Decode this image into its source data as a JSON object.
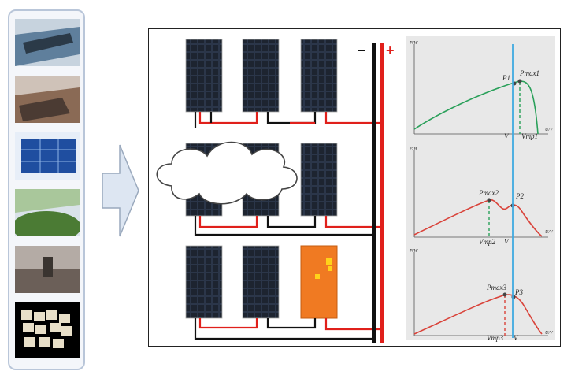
{
  "thumbnails": [
    {
      "name": "bird-droppings-panels-photo",
      "colors": [
        "#5f7f9c",
        "#2b3a48",
        "#c7d3de"
      ]
    },
    {
      "name": "dusty-panels-photo",
      "colors": [
        "#8a6a55",
        "#4b3b33",
        "#cfc2b8"
      ]
    },
    {
      "name": "blue-array-photo",
      "colors": [
        "#1f4ea0",
        "#8fb4e6",
        "#e7eef8"
      ]
    },
    {
      "name": "vegetation-shading-photo",
      "colors": [
        "#4b7b34",
        "#a9c79b",
        "#d9e2e9"
      ]
    },
    {
      "name": "chimney-shading-photo",
      "colors": [
        "#6b5f58",
        "#3a3430",
        "#b4aba5"
      ]
    },
    {
      "name": "thermal-image",
      "colors": [
        "#000000",
        "#e8dfc8",
        "#7d7466"
      ]
    }
  ],
  "bus": {
    "negative_label": "−",
    "positive_label": "+"
  },
  "graphs": [
    {
      "axis_y": "P/W",
      "axis_x": "U/V",
      "labels": {
        "p": "P1",
        "pmax": "Pmax1",
        "v": "V",
        "vmp": "Vmp1"
      },
      "color": "#2aa05a"
    },
    {
      "axis_y": "P/W",
      "axis_x": "U/V",
      "labels": {
        "p": "P2",
        "pmax": "Pmax2",
        "v": "V",
        "vmp": "Vmp2"
      },
      "color": "#d9433a"
    },
    {
      "axis_y": "P/W",
      "axis_x": "U/V",
      "labels": {
        "p": "P3",
        "pmax": "Pmax3",
        "v": "V",
        "vmp": "Vmp3"
      },
      "color": "#d9433a"
    }
  ],
  "colors": {
    "panel": "#1d2430",
    "panel_grid": "#34425a",
    "wire_red": "#e0201b",
    "wire_black": "#111111",
    "faulty_panel": "#f07a22",
    "hotspot": "#ffd21a",
    "v_line": "#3fa9e0"
  }
}
